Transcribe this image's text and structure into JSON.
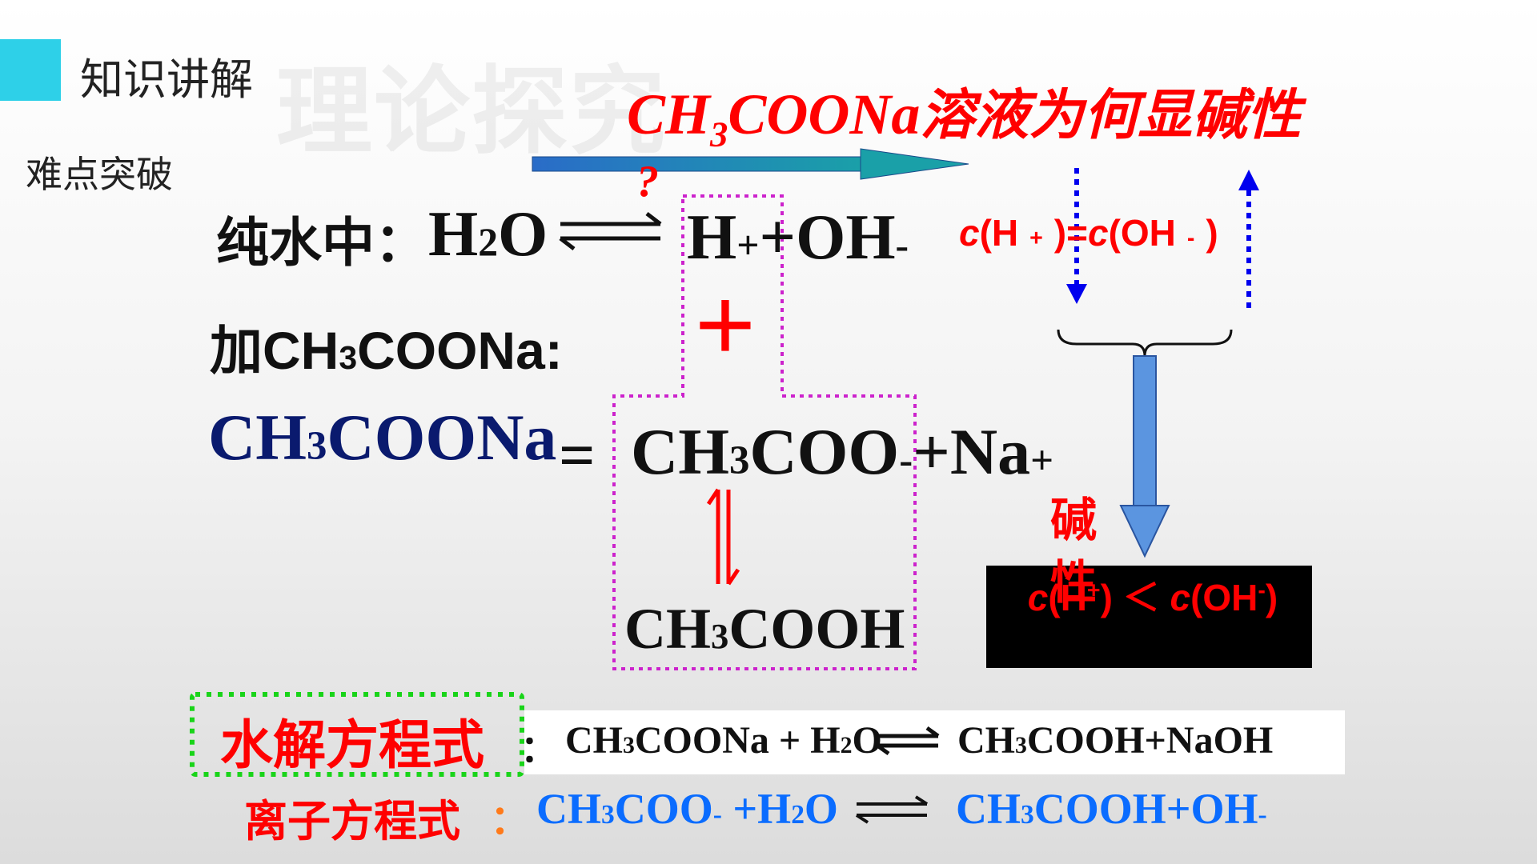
{
  "header": {
    "section_label": "知识讲解",
    "watermark": "理论探究",
    "subtitle": "难点突破"
  },
  "title": {
    "formula": {
      "p1": "CH",
      "s1": "3",
      "p2": "COONa"
    },
    "question": " 溶液为何显碱性",
    "question_mark": "?"
  },
  "pure_water": {
    "label": "纯水中：",
    "h2o": {
      "p1": "H",
      "s1": "2",
      "p2": "O"
    },
    "h_ion": {
      "p": "H",
      "sup": "+"
    },
    "plus": " + ",
    "oh_ion": {
      "p": "OH",
      "sup": "-"
    }
  },
  "conc_equal": {
    "c1": "c",
    "h": "(H",
    "h_sup": "+",
    "mid": ")=",
    "c2": "c",
    "oh": "(OH",
    "oh_sup": "-",
    "end": ")"
  },
  "add_salt": {
    "label": "加 ",
    "formula": {
      "p1": "CH",
      "s1": "3",
      "p2": "COONa:"
    }
  },
  "combine_symbol": "+",
  "dissociation": {
    "salt": {
      "p1": "CH",
      "s1": "3",
      "p2": "COONa"
    },
    "equals": "=",
    "acetate": {
      "p1": "CH",
      "s1": "3",
      "p2": "COO",
      "sup": "-"
    },
    "plus": " + ",
    "na": {
      "p": "Na",
      "sup": "+"
    },
    "product": {
      "p1": "CH",
      "s1": "3",
      "p2": "COOH"
    }
  },
  "result_box": {
    "word": "碱性",
    "c1": "c",
    "h": "(H",
    "h_sup": "+",
    "mid": ") ＜ ",
    "c2": "c",
    "oh": "(OH",
    "oh_sup": "-",
    "end": ")"
  },
  "hydrolysis": {
    "label": "水解方程式",
    "colon": "：",
    "left": {
      "p1": "CH",
      "s1": "3",
      "p2": "COONa + H",
      "s2": "2",
      "p3": "O"
    },
    "right": {
      "p1": "CH",
      "s1": "3",
      "p2": "COOH+NaOH"
    }
  },
  "ionic": {
    "label": "离子方程式",
    "colon": "：",
    "left": {
      "p1": "CH",
      "s1": "3",
      "p2": "COO",
      "sup1": "-",
      "p3": " +H",
      "s2": "2",
      "p4": "O"
    },
    "right": {
      "p1": "CH",
      "s1": "3",
      "p2": "COOH+OH",
      "sup": "-"
    }
  },
  "colors": {
    "accent_square": "#2ed0e8",
    "red": "#ff0000",
    "blue": "#0a6cff",
    "navy": "#0a1a6e",
    "magenta_dotted": "#cc22cc",
    "green_dotted": "#19d419"
  }
}
